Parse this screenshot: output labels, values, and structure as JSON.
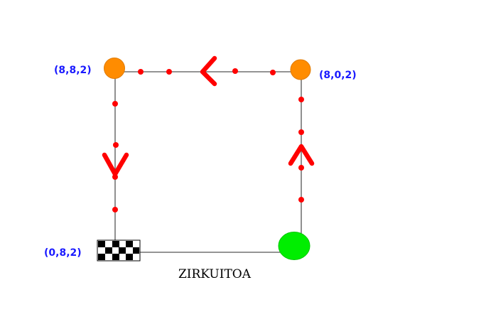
{
  "diagram": {
    "labels": {
      "top_left": "(8,8,2)",
      "top_right": "(8,0,2)",
      "bottom_left": "(0,8,2)"
    },
    "caption": "ZIRKUITOA",
    "colors": {
      "track": "#555555",
      "waypoint": "#ff0000",
      "arrow": "#ff0000",
      "corner_node": "#ff8c00",
      "start_node": "#00ee00",
      "coord_text": "#1a1aff"
    },
    "icons": {
      "finish": "checkered-flag-icon",
      "start": "start-circle-icon",
      "direction": "chevron-arrow-icon"
    }
  }
}
